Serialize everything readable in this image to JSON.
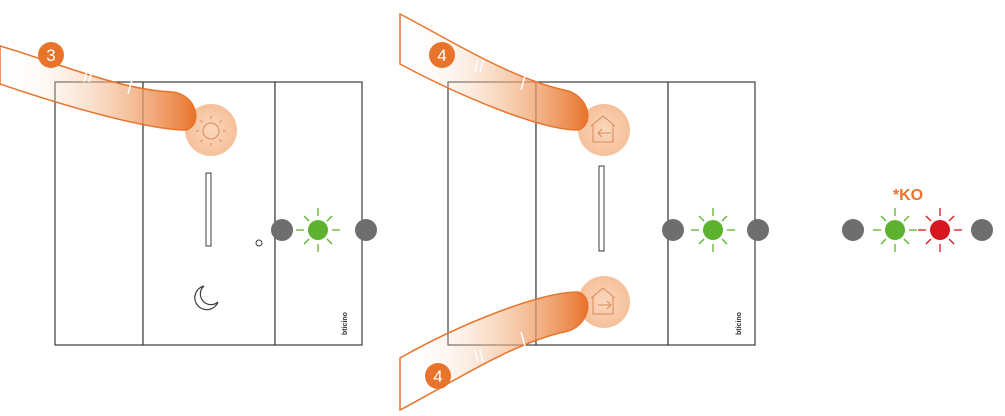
{
  "colors": {
    "accent": "#e8742c",
    "led_green": "#5db330",
    "led_red": "#d7161f",
    "led_off": "#6e6e6e",
    "outline": "#3c3c3c"
  },
  "steps": {
    "panel1_step": "3",
    "panel2_top_step": "4",
    "panel2_bottom_step": "4"
  },
  "icons": {
    "panel1_top": "sun-icon",
    "panel1_bottom": "moon-icon",
    "panel2_top": "home-enter-icon",
    "panel2_bottom": "home-exit-icon"
  },
  "brand_label": "bticino",
  "status": {
    "ko_label": "*KO"
  }
}
